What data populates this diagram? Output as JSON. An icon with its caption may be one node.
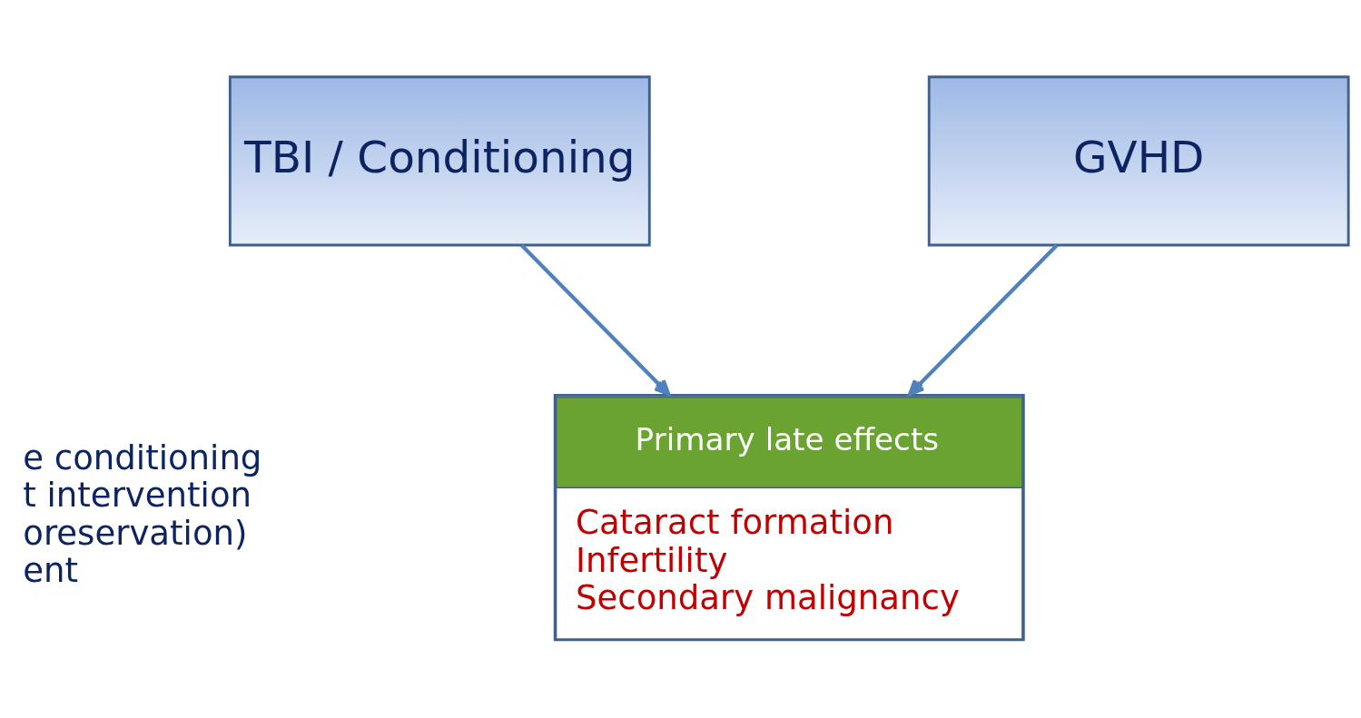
{
  "diagram": {
    "nodes": [
      {
        "text": [
          "TBI / Conditioning"
        ]
      },
      {
        "text": [
          "GVHD"
        ]
      },
      {
        "text": [
          "Primary late effects",
          "Cataract formation",
          "Infertility",
          "Secondary malignancy"
        ]
      }
    ],
    "edges": [
      {
        "from": 0,
        "to": 2,
        "arrow": "to"
      },
      {
        "from": 1,
        "to": 2,
        "arrow": "to"
      }
    ],
    "labels": [
      "e conditioning",
      "t intervention",
      "oreservation)",
      "ent"
    ]
  }
}
